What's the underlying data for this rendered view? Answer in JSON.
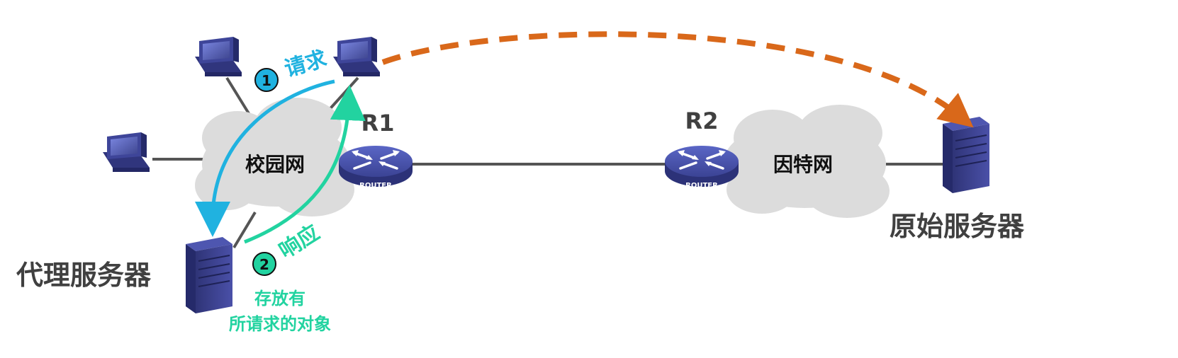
{
  "labels": {
    "campus_net": "校园网",
    "internet": "因特网",
    "r1": "R1",
    "r2": "R2",
    "router_text": "ROUTER",
    "proxy_server": "代理服务器",
    "origin_server": "原始服务器",
    "step1_num": "1",
    "step1_text": "请求",
    "step2_num": "2",
    "step2_text": "响应",
    "stored_line1": "存放有",
    "stored_line2": "所请求的对象"
  },
  "colors": {
    "request": "#20b2e0",
    "response": "#22d3a0",
    "origin_path": "#d9681a",
    "cloud": "#dcdcdc",
    "device": "#3a3f8f",
    "link": "#555555",
    "label_gray": "#404040"
  }
}
